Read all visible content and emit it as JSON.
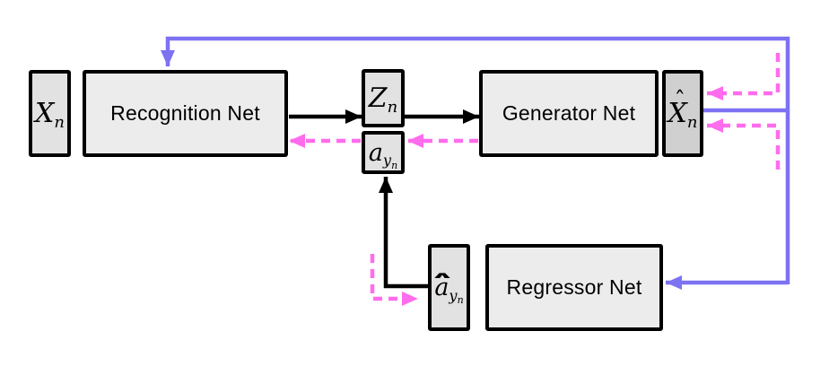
{
  "colors": {
    "blue": "#7c72f2",
    "magenta": "#ff6cee",
    "wire_black": "#000000",
    "net_fill": "#ececec",
    "data_fill": "#e2e2e2",
    "xhat_fill": "#d0d0d0",
    "border": "#000000",
    "background": "#ffffff",
    "text": "#000000"
  },
  "boxes": {
    "xn": {
      "base": "X",
      "sub": "n"
    },
    "recognition": {
      "label": "Recognition Net"
    },
    "zn": {
      "base": "Z",
      "sub": "n"
    },
    "ayn": {
      "base": "a",
      "sub": "y",
      "subsub": "n"
    },
    "generator": {
      "label": "Generator Net"
    },
    "xhat": {
      "hat": "ˆ",
      "base": "X",
      "sub": "n"
    },
    "ayhat": {
      "hat": "∧",
      "base": "a",
      "sub": "y",
      "subsub": "n"
    },
    "regressor": {
      "label": "Regressor Net"
    }
  },
  "connections": [
    {
      "from": "recognition-net",
      "to": "z_n",
      "style": "solid",
      "color": "black"
    },
    {
      "from": "z_n",
      "to": "generator-net",
      "style": "solid",
      "color": "black"
    },
    {
      "from": "a_hat_y_n",
      "to": "a_y_n",
      "style": "solid",
      "color": "black"
    },
    {
      "from": "x_hat_n",
      "to": "recognition-net",
      "style": "solid",
      "color": "blue"
    },
    {
      "from": "x_hat_n",
      "to": "regressor-net",
      "style": "solid",
      "color": "blue"
    },
    {
      "from": "generator-net",
      "to": "a_y_n",
      "style": "dashed",
      "color": "magenta"
    },
    {
      "from": "a_y_n",
      "to": "recognition-net",
      "style": "dashed",
      "color": "magenta"
    },
    {
      "from": "gradient-stub-top-right",
      "to": "x_hat_n",
      "style": "dashed",
      "color": "magenta"
    },
    {
      "from": "gradient-stub-bottom-right",
      "to": "x_hat_n",
      "style": "dashed",
      "color": "magenta"
    },
    {
      "from": "gradient-stub-left",
      "to": "a_hat_y_n",
      "style": "dashed",
      "color": "magenta"
    }
  ]
}
